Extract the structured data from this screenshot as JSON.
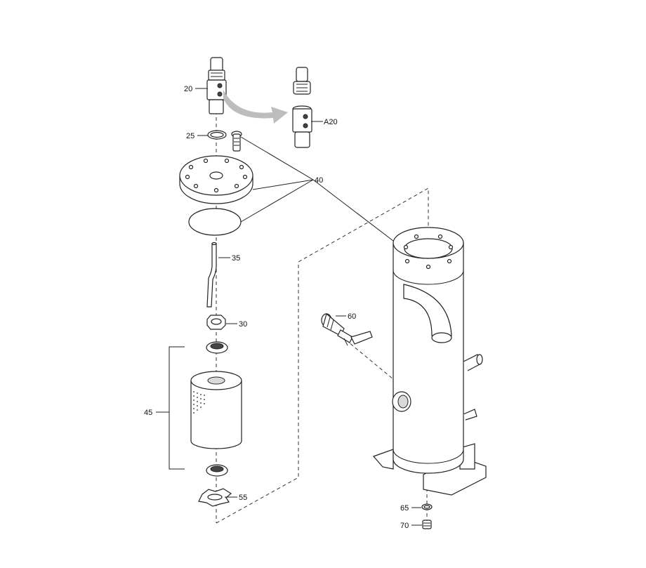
{
  "callouts": {
    "p20": "20",
    "pA20": "A20",
    "p25": "25",
    "p40": "40",
    "p35": "35",
    "p30": "30",
    "p45": "45",
    "p55": "55",
    "p60": "60",
    "p65": "65",
    "p70": "70"
  }
}
